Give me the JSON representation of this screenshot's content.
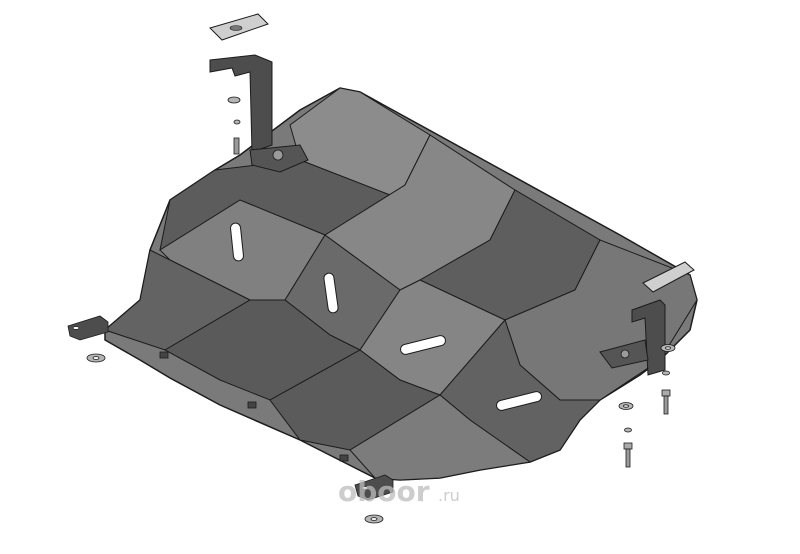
{
  "product": {
    "image_alt": "engine-skid-plate-assembly-drawing"
  },
  "watermark": {
    "text": "oboor",
    "suffix": ".ru"
  },
  "colors": {
    "plate_dark": "#5a5a5a",
    "plate_mid": "#707070",
    "plate_light": "#8a8a8a",
    "outline": "#1c1c1c",
    "bracket": "#4a4a4a",
    "hardware": "#b5b5b5",
    "watermark": "#bdbdbd"
  }
}
